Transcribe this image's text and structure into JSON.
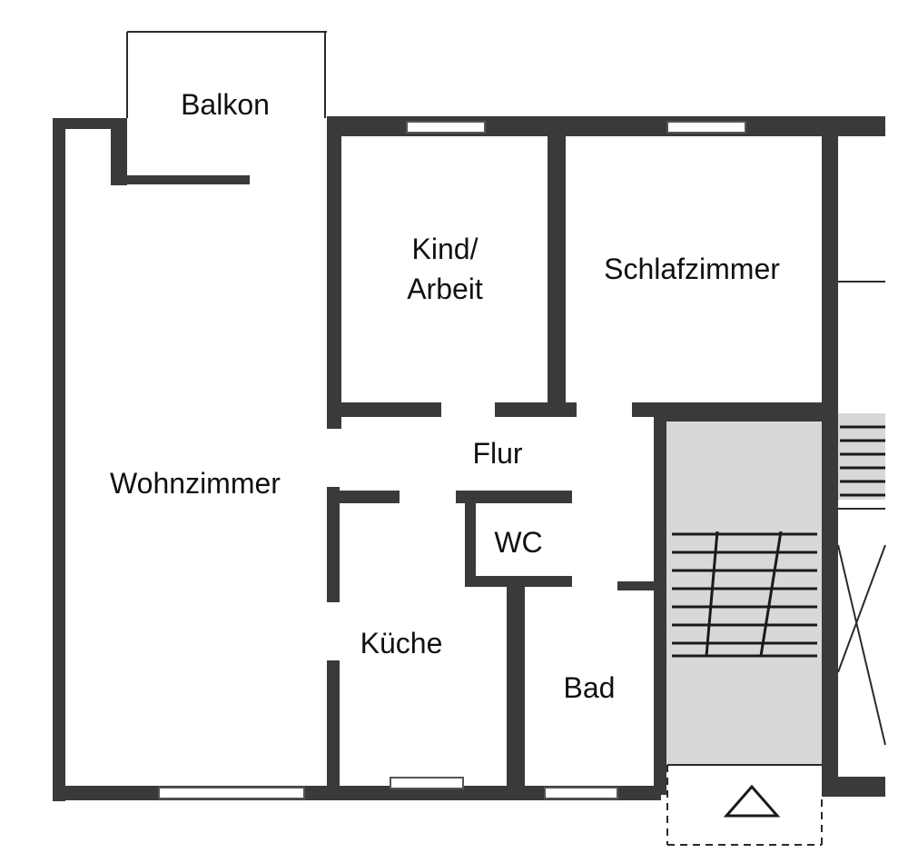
{
  "rooms": {
    "balkon": "Balkon",
    "kind_line1": "Kind/",
    "kind_line2": "Arbeit",
    "schlafzimmer": "Schlafzimmer",
    "wohnzimmer": "Wohnzimmer",
    "flur": "Flur",
    "wc": "WC",
    "kueche": "Küche",
    "bad": "Bad"
  },
  "colors": {
    "wall": "#3a3a3a",
    "stairwell_fill": "#d8d8d8"
  }
}
